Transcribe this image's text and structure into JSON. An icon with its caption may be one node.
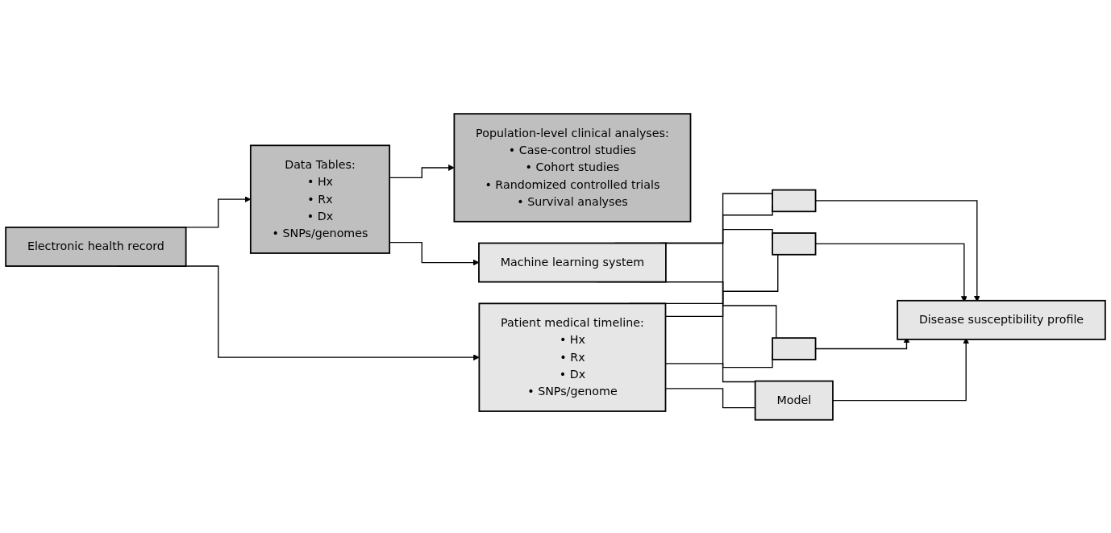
{
  "diagram": {
    "nodes": [
      {
        "text": [
          "Electronic health record"
        ]
      },
      {
        "text": [
          "Data Tables:",
          "• Hx",
          "• Rx",
          "• Dx",
          "• SNPs/genomes"
        ]
      },
      {
        "text": [
          "Population-level clinical analyses:",
          "• Case-control studies",
          "• Cohort studies",
          "• Randomized controlled trials",
          "• Survival analyses"
        ]
      },
      {
        "text": [
          "Machine learning system"
        ]
      },
      {
        "text": [
          "Patient medical timeline:",
          "• Hx",
          "• Rx",
          "• Dx",
          "• SNPs/genome"
        ]
      },
      {
        "text": [],
        "shape": "box"
      },
      {
        "text": [],
        "shape": "box"
      },
      {
        "text": [],
        "shape": "box"
      },
      {
        "text": [
          "Model"
        ]
      },
      {
        "text": [
          "Disease susceptibility profile"
        ]
      }
    ],
    "edges": [
      {
        "from": 0,
        "to": 1,
        "arrow": "to"
      },
      {
        "from": 1,
        "to": 2,
        "arrow": "to"
      },
      {
        "from": 1,
        "to": 3,
        "arrow": "to"
      },
      {
        "from": 0,
        "to": 4,
        "arrow": "to"
      },
      {
        "from": 3,
        "to": 5,
        "arrow": "none"
      },
      {
        "from": 3,
        "to": 6,
        "arrow": "none"
      },
      {
        "from": 3,
        "to": 7,
        "arrow": "none"
      },
      {
        "from": 3,
        "to": 8,
        "arrow": "none"
      },
      {
        "from": 4,
        "to": 5,
        "arrow": "none"
      },
      {
        "from": 4,
        "to": 6,
        "arrow": "none"
      },
      {
        "from": 4,
        "to": 7,
        "arrow": "none"
      },
      {
        "from": 4,
        "to": 8,
        "arrow": "none"
      },
      {
        "from": 5,
        "to": 9,
        "arrow": "to"
      },
      {
        "from": 6,
        "to": 9,
        "arrow": "to"
      },
      {
        "from": 7,
        "to": 9,
        "arrow": "to"
      },
      {
        "from": 8,
        "to": 9,
        "arrow": "to"
      }
    ]
  }
}
